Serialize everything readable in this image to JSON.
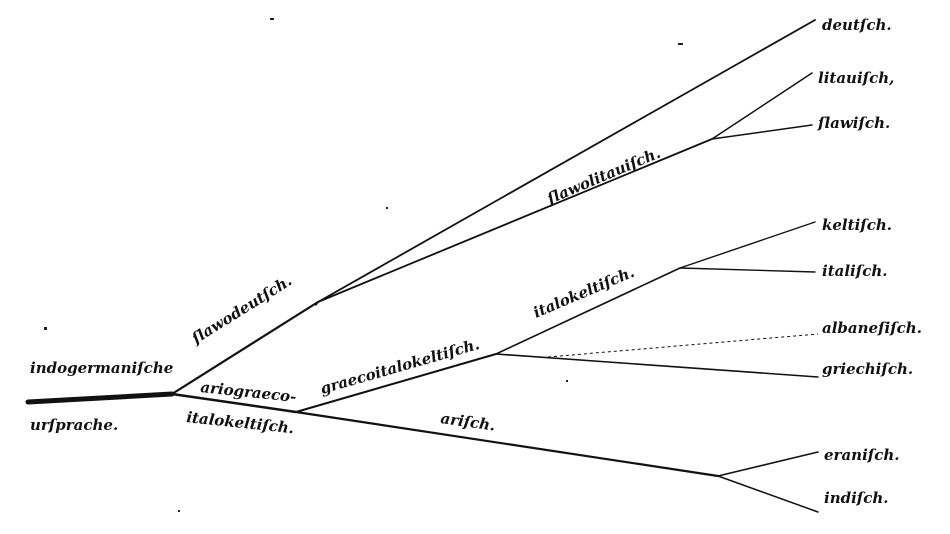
{
  "colors": {
    "ink": "#111111",
    "paper": "#ffffff"
  },
  "root": {
    "line1": "indogermaniſche",
    "line2": "urſprache."
  },
  "branches": {
    "slawodeutsch": "ſlawodeutſch.",
    "slawolitauisch": "ſlawolitauiſch.",
    "ariograeco_line1": "ariograeco-",
    "ariograeco_line2": "italokeltiſch.",
    "graecoitalokeltisch": "graecoitalokeltiſch.",
    "italokeltisch": "italokeltiſch.",
    "arisch": "ariſch."
  },
  "leaves": {
    "deutsch": "deutſch.",
    "litauisch": "litauiſch,",
    "slawisch": "ſlawiſch.",
    "keltisch": "keltiſch.",
    "italisch": "italiſch.",
    "albanesisch": "albaneſiſch.",
    "griechisch": "griechiſch.",
    "eranisch": "eraniſch.",
    "indisch": "indiſch."
  }
}
